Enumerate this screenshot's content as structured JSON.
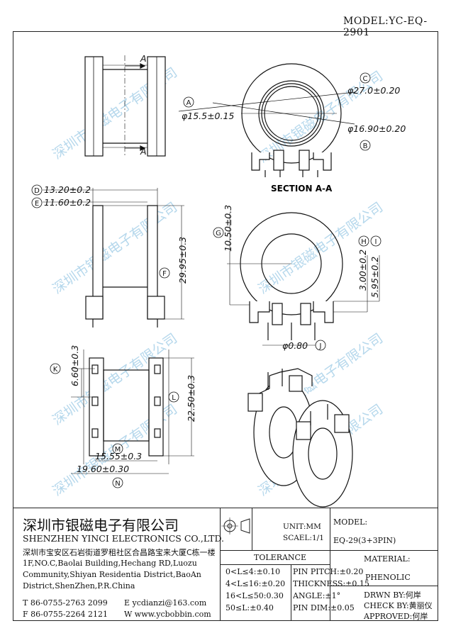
{
  "header": {
    "model": "MODEL:YC-EQ-2901"
  },
  "watermark": {
    "text": "深圳市银磁电子有限公司"
  },
  "drawing": {
    "section_label": "SECTION A-A",
    "section_mark": "A",
    "dims": {
      "A": "φ15.5±0.15",
      "C": "φ27.0±0.20",
      "B": "φ16.90±0.20",
      "D": "13.20±0.2",
      "E": "11.60±0.2",
      "F": "29.95±0.3",
      "G": "10.50±0.3",
      "H": "3.00±0.2",
      "I": "5.95±0.2",
      "J": "φ0.80",
      "K": "6.60±0.3",
      "L": "22.50±0.3",
      "M": "15.55±0.3",
      "N": "19.60±0.30"
    },
    "balloons": {
      "A": "A",
      "B": "B",
      "C": "C",
      "D": "D",
      "E": "E",
      "F": "F",
      "G": "G",
      "H": "H",
      "I": "I",
      "J": "J",
      "K": "K",
      "L": "L",
      "M": "M",
      "N": "N"
    }
  },
  "title_block": {
    "company_cn": "深圳市银磁电子有限公司",
    "company_en": "SHENZHEN YINCI ELECTRONICS CO.,LTD.",
    "address_cn": "深圳市宝安区石岩街道罗租社区合昌路宝来大厦C栋一楼",
    "address_en_1": "1F,NO.C,Baolai Building,Hechang RD,Luozu",
    "address_en_2": "Community,Shiyan Residentia District,BaoAn",
    "address_en_3": "District,ShenZhen,P.R.China",
    "tel": "T 86-0755-2763 2099",
    "fax": "F 86-0755-2264 2121",
    "email": "E ycdianzi@163.com",
    "web": "W www.ycbobbin.com",
    "unit": "UNIT:MM",
    "scale": "SCAEL:1/1",
    "model_label": "MODEL:",
    "model_value": "EQ-29(3+3PIN)",
    "tolerance_label": "TOLERANCE",
    "tol": [
      "0<L≤4:±0.10",
      "4<L≤16:±0.20",
      "16<L≤50:0.30",
      "50≤L:±0.40"
    ],
    "pin_tol": [
      "PIN PITCH:±0.20",
      "THICKNESS:±0.15",
      "ANGLE:±1°",
      "PIN DIM:±0.05"
    ],
    "material_label": "MATERIAL:",
    "material_value": "PHENOLIC",
    "drawn_by": "DRWN BY:何岸",
    "check_by": "CHECK BY:黄丽仪",
    "approved": "APPROVED:何岸"
  }
}
